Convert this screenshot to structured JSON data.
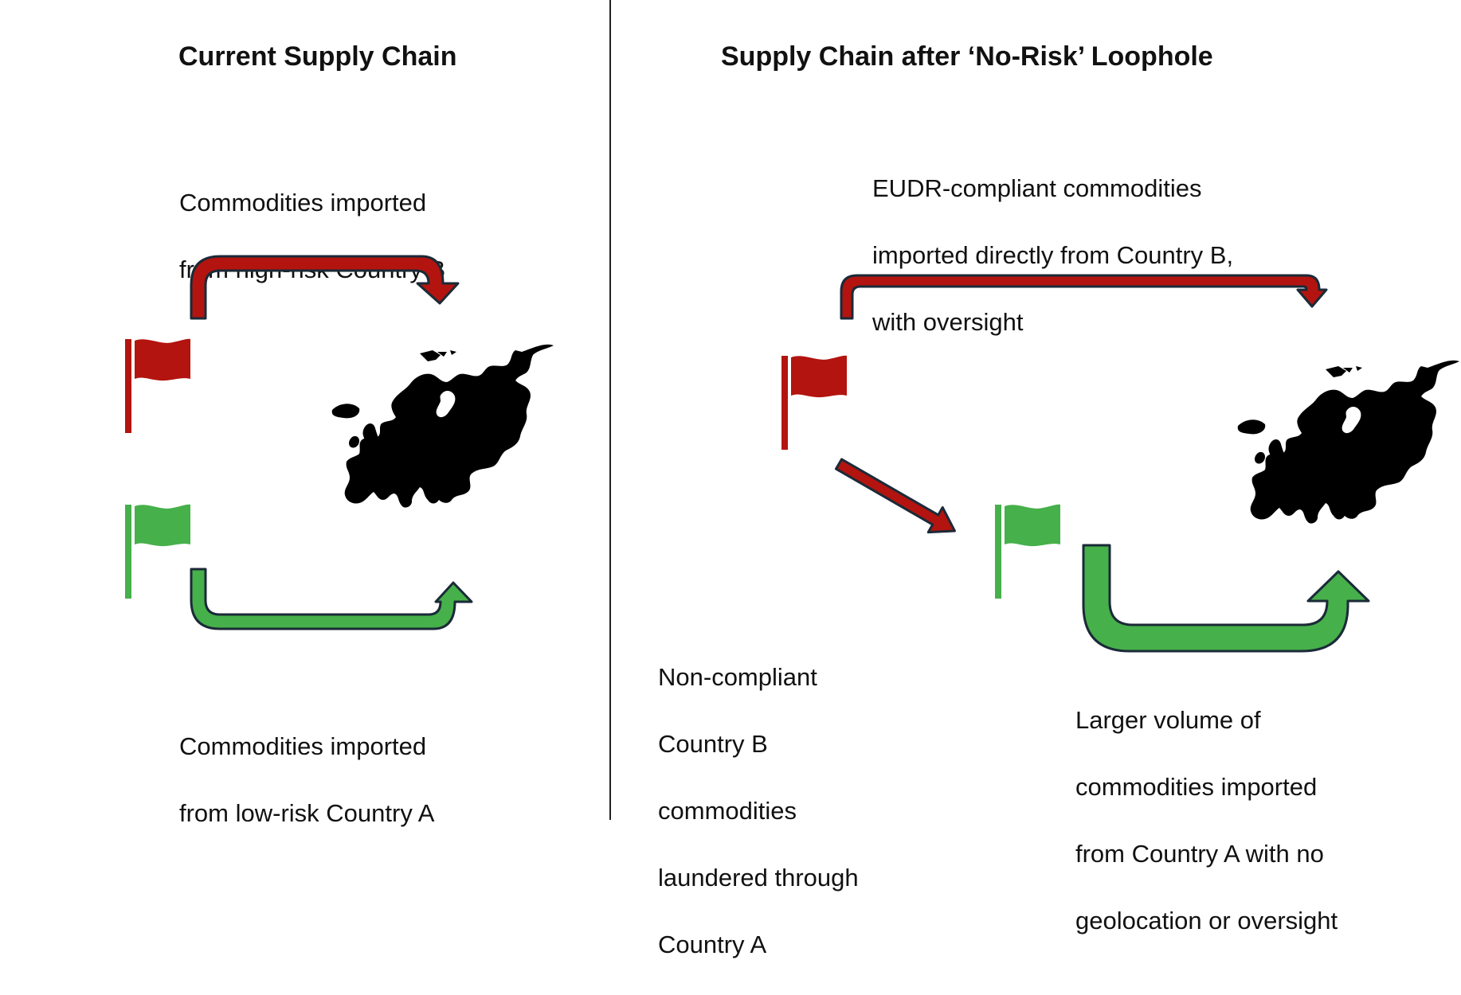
{
  "left_panel": {
    "title": "Current Supply Chain",
    "top_caption": [
      "Commodities imported",
      "from high-risk Country B"
    ],
    "bottom_caption": [
      "Commodities imported",
      "from low-risk Country A"
    ]
  },
  "right_panel": {
    "title": "Supply Chain after ‘No-Risk’ Loophole",
    "top_caption": [
      "EUDR-compliant commodities",
      "imported directly from Country B,",
      "with oversight"
    ],
    "left_caption": [
      "Non-compliant",
      "Country B",
      "commodities",
      "laundered through",
      "Country A"
    ],
    "right_caption": [
      "Larger volume of",
      "commodities imported",
      "from Country A with no",
      "geolocation or oversight"
    ]
  },
  "colors": {
    "high_risk": "#b3140f",
    "low_risk": "#46b04a",
    "outline": "#1b2a38",
    "map": "#000000",
    "divider": "#222222"
  },
  "icons": {
    "high_risk_flag": "red-flag-icon",
    "low_risk_flag": "green-flag-icon",
    "destination": "europe-map-icon"
  }
}
